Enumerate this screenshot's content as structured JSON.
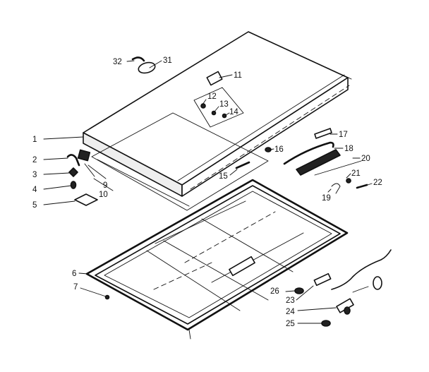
{
  "diagram": {
    "callouts": [
      "1",
      "2",
      "3",
      "4",
      "5",
      "6",
      "7",
      "9",
      "10",
      "11",
      "12",
      "13",
      "14",
      "15",
      "16",
      "17",
      "18",
      "19",
      "20",
      "21",
      "22",
      "23",
      "24",
      "25",
      "26",
      "31",
      "32"
    ]
  }
}
